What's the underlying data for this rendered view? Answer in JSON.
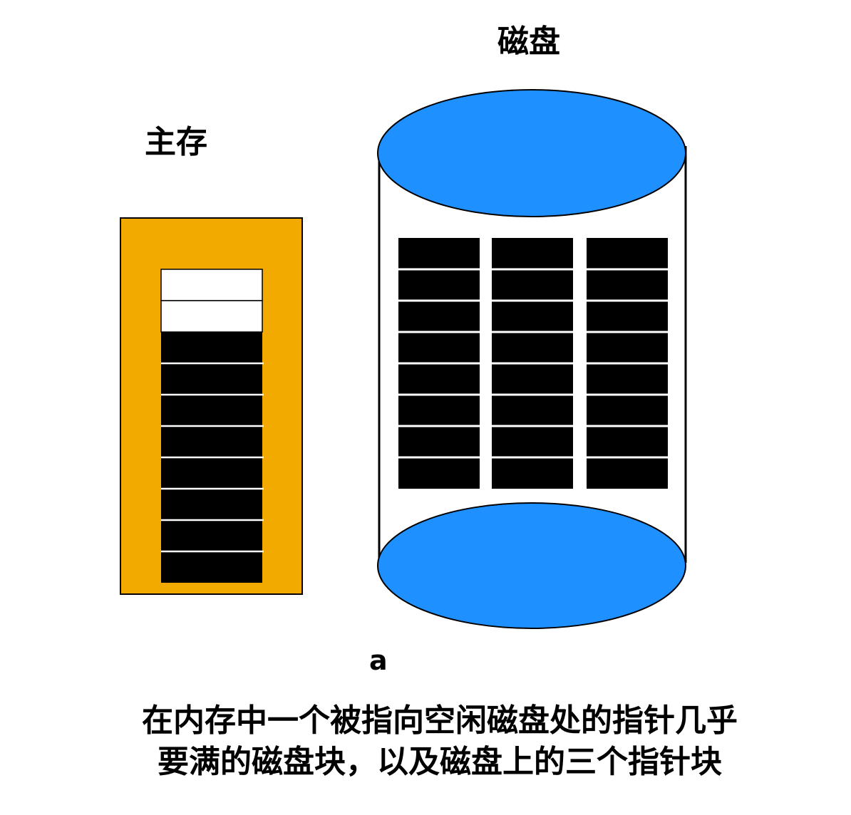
{
  "labels": {
    "disk": "磁盘",
    "memory": "主存",
    "panel": "a"
  },
  "caption": {
    "line1": "在内存中一个被指向空闲磁盘处的指针几乎",
    "line2": "要满的磁盘块，以及磁盘上的三个指针块"
  },
  "colors": {
    "memory_fill": "#F2A900",
    "disk_fill": "#1E90FF",
    "block_fill": "#000000",
    "free_slot_fill": "#FFFFFF",
    "separator": "#FFFFFF"
  },
  "memory_block": {
    "free_slots": 2,
    "used_slots": 8
  },
  "disk_blocks": {
    "columns": 3,
    "rows": 8
  }
}
